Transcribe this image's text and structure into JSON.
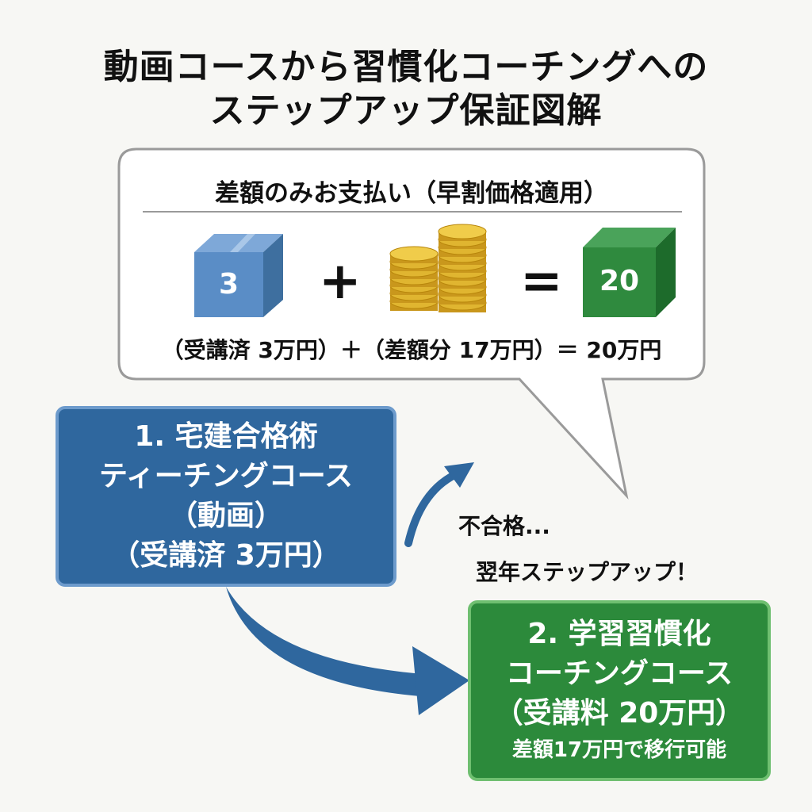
{
  "title": {
    "line1": "動画コースから習慣化コーチングへの",
    "line2": "ステップアップ保証図解"
  },
  "bubble": {
    "heading": "差額のみお支払い（早割価格適用）",
    "blue_cube_value": "3",
    "plus": "+",
    "equals": "=",
    "green_cube_value": "20",
    "equation": "（受講済 3万円）＋（差額分 17万円）＝ 20万円"
  },
  "course1": {
    "line1": "1. 宅建合格術",
    "line2": "ティーチングコース",
    "line3": "（動画）",
    "line4": "（受講済 3万円）"
  },
  "fail_label": "不合格...",
  "step_label": "翌年ステップアップ！",
  "course2": {
    "line1": "2. 学習習慣化",
    "line2": "コーチングコース",
    "line3": "（受講料 20万円）",
    "line4": "差額17万円で移行可能"
  },
  "colors": {
    "blue": "#2f679e",
    "green": "#2c8a3b",
    "gold": "#e0b530"
  }
}
